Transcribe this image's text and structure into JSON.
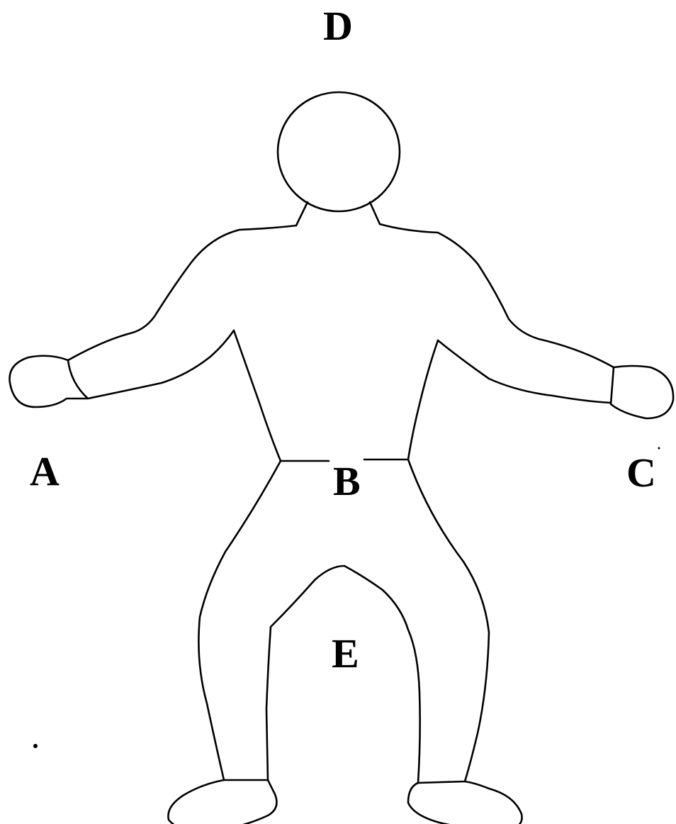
{
  "labels": {
    "d": "D",
    "a": "A",
    "b": "B",
    "c": "C",
    "e": "E"
  }
}
